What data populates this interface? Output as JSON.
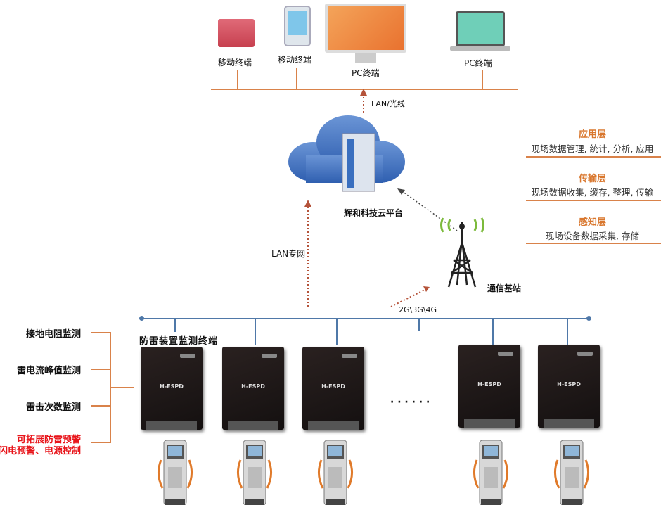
{
  "terminals": [
    {
      "label": "移动终端",
      "icon": "tablet-icon"
    },
    {
      "label": "移动终端",
      "icon": "phone-icon"
    },
    {
      "label": "PC终端",
      "icon": "monitor-icon"
    },
    {
      "label": "PC终端",
      "icon": "laptop-icon"
    }
  ],
  "links": {
    "lan_fiber": "LAN/光线",
    "lan_private": "LAN专网",
    "mobile": "2G\\3G\\4G"
  },
  "cloud": {
    "label": "辉和科技云平台"
  },
  "tower": {
    "label": "通信基站"
  },
  "layers": [
    {
      "title": "应用层",
      "desc": "现场数据管理, 统计, 分析, 应用"
    },
    {
      "title": "传输层",
      "desc": "现场数据收集, 缓存, 整理, 传输"
    },
    {
      "title": "感知层",
      "desc": "现场设备数据采集, 存储"
    }
  ],
  "monitor_group_label": "防雷装置监测终端",
  "device_name": "H-ESPD",
  "ellipsis": "· · · · · ·",
  "functions": [
    {
      "label": "接地电阻监测"
    },
    {
      "label": "雷电流峰值监测"
    },
    {
      "label": "雷击次数监测"
    },
    {
      "label": "可拓展防雷预警",
      "line2": "闪电预警、电源控制",
      "color": "#e8141a"
    }
  ],
  "colors": {
    "accent": "#d9824a",
    "bus": "#4f78a8",
    "layer_title": "#d9772e"
  }
}
